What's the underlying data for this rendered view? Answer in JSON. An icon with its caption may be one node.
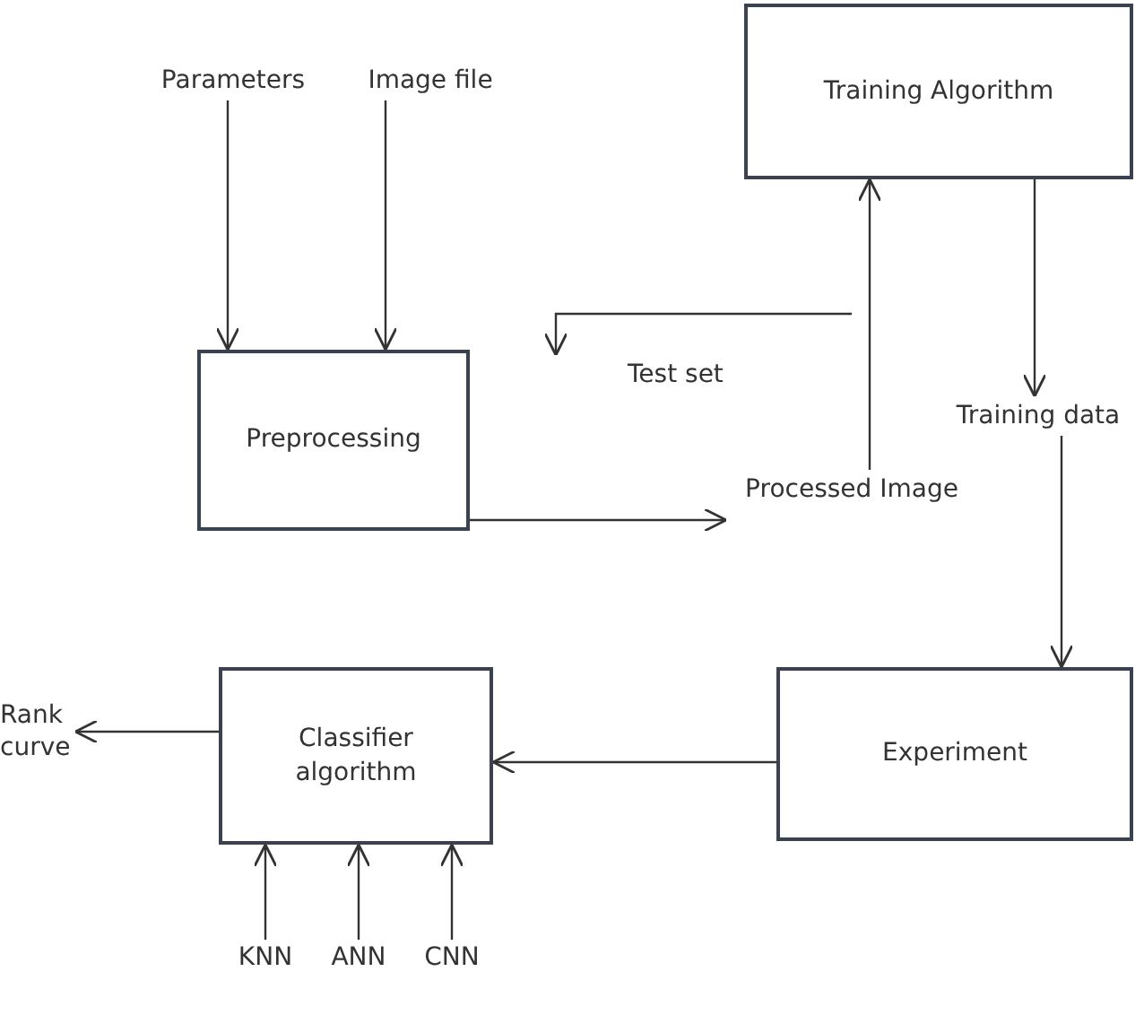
{
  "diagram": {
    "nodes": [
      {
        "text": [
          "Training Algorithm"
        ]
      },
      {
        "text": [
          "Parameters"
        ]
      },
      {
        "text": [
          "Image file"
        ]
      },
      {
        "text": [
          "Preprocessing"
        ]
      },
      {
        "text": [
          "Test set"
        ]
      },
      {
        "text": [
          "Processed Image"
        ]
      },
      {
        "text": [
          "Training data"
        ]
      },
      {
        "text": [
          "Experiment"
        ]
      },
      {
        "text": [
          "Classifier algorithm"
        ]
      },
      {
        "text": [
          "Rank curve"
        ]
      },
      {
        "text": [
          "KNN"
        ]
      },
      {
        "text": [
          "ANN"
        ]
      },
      {
        "text": [
          "CNN"
        ]
      }
    ],
    "edges": [
      {
        "from": 1,
        "to": 3,
        "arrow": "to"
      },
      {
        "from": 2,
        "to": 3,
        "arrow": "to"
      },
      {
        "from": 3,
        "to": 5,
        "arrow": "to"
      },
      {
        "from": 5,
        "to": 0,
        "arrow": "to"
      },
      {
        "from": null,
        "to": 4,
        "arrow": "to"
      },
      {
        "from": 0,
        "to": 6,
        "arrow": "to"
      },
      {
        "from": 6,
        "to": 7,
        "arrow": "to"
      },
      {
        "from": 7,
        "to": 8,
        "arrow": "to"
      },
      {
        "from": 8,
        "to": 9,
        "arrow": "to"
      },
      {
        "from": 10,
        "to": 8,
        "arrow": "to"
      },
      {
        "from": 11,
        "to": 8,
        "arrow": "to"
      },
      {
        "from": 12,
        "to": 8,
        "arrow": "to"
      }
    ]
  }
}
